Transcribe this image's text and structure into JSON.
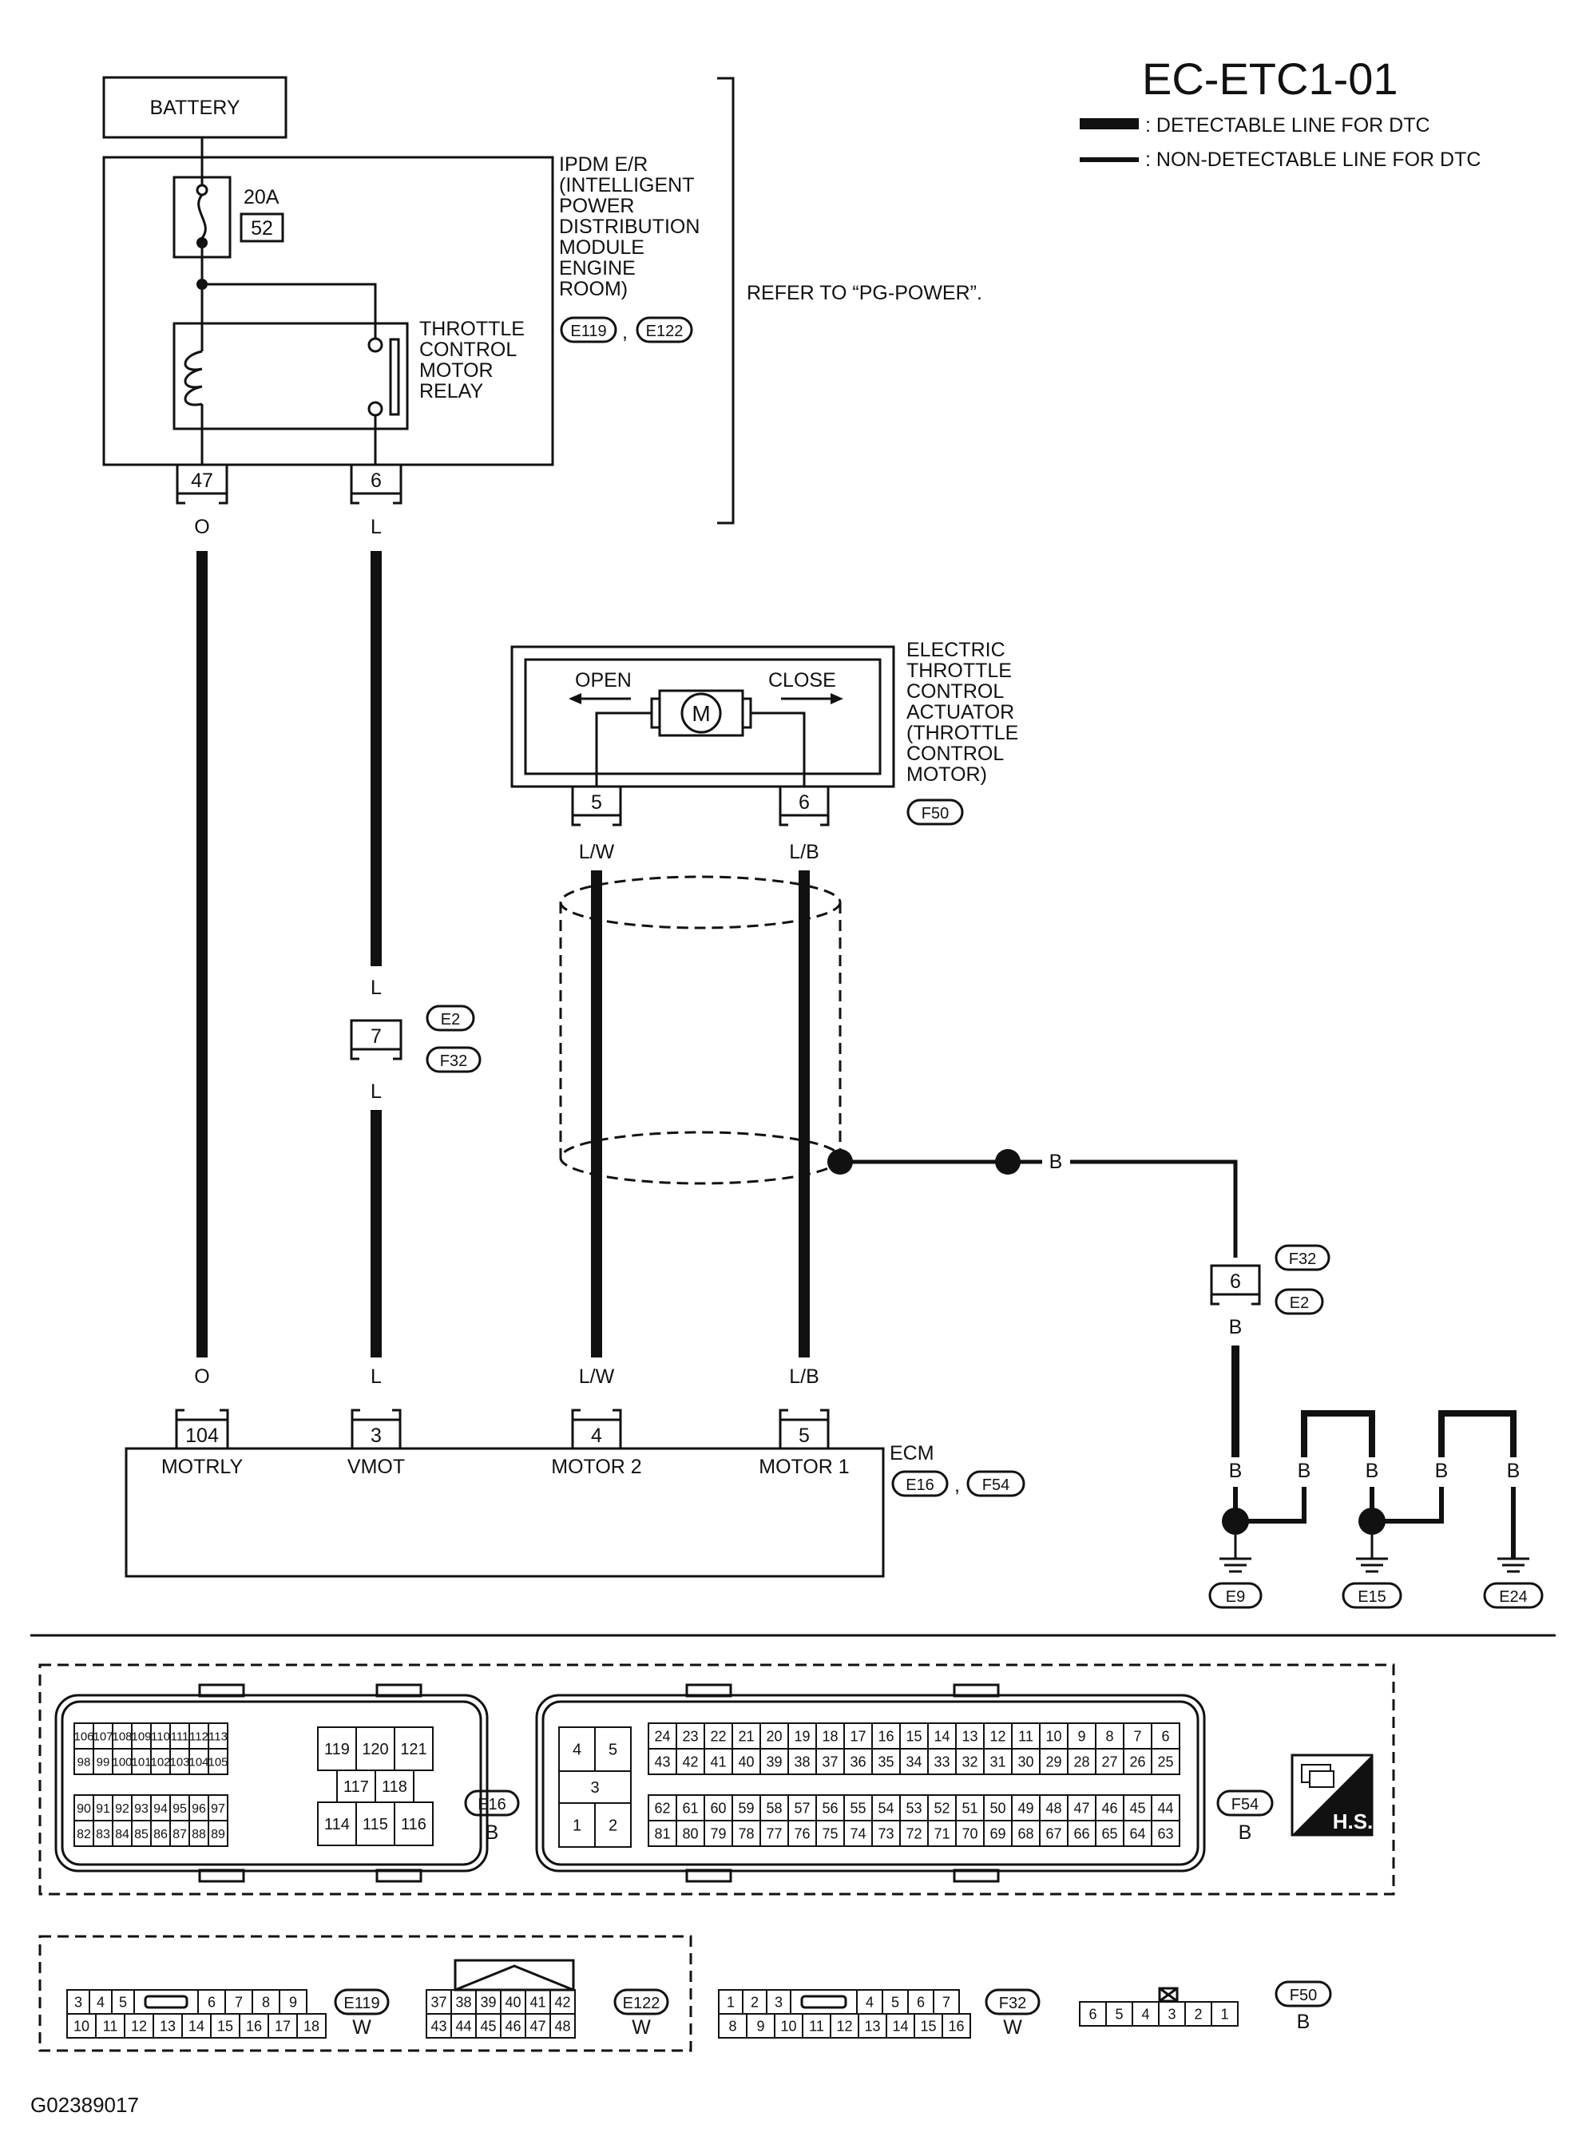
{
  "diagram": {
    "title": "EC-ETC1-01",
    "legend": {
      "detectable": ": DETECTABLE LINE FOR DTC",
      "non_detectable": ": NON-DETECTABLE LINE FOR DTC"
    },
    "battery": "BATTERY",
    "fuse_amp": "20A",
    "fuse_no": "52",
    "ipdm_label": [
      "IPDM E/R",
      "(INTELLIGENT",
      "POWER",
      "DISTRIBUTION",
      "MODULE",
      "ENGINE",
      "ROOM)"
    ],
    "ipdm_conn": [
      "E119",
      "E122"
    ],
    "relay_label": [
      "THROTTLE",
      "CONTROL",
      "MOTOR",
      "RELAY"
    ],
    "refer": "REFER TO “PG-POWER”.",
    "ipdm_pins": [
      "47",
      "6"
    ],
    "wire_o": "O",
    "wire_l": "L",
    "actuator_label": [
      "ELECTRIC",
      "THROTTLE",
      "CONTROL",
      "ACTUATOR",
      "(THROTTLE",
      "CONTROL",
      "MOTOR)"
    ],
    "actuator_conn": "F50",
    "open": "OPEN",
    "close": "CLOSE",
    "motor": "M",
    "act_pins": [
      "5",
      "6"
    ],
    "wire_lw": "L/W",
    "wire_lb": "L/B",
    "joint_pin": "7",
    "joint_conn": [
      "E2",
      "F32"
    ],
    "wire_b": "B",
    "ground_pin": "6",
    "ground_conn": [
      "F32",
      "E2"
    ],
    "grounds": [
      "E9",
      "E15",
      "E24"
    ],
    "ecm_pins": [
      "104",
      "3",
      "4",
      "5"
    ],
    "ecm_terms": [
      "MOTRLY",
      "VMOT",
      "MOTOR 2",
      "MOTOR 1"
    ],
    "ecm_label": "ECM",
    "ecm_conn": [
      "E16",
      "F54"
    ],
    "e16": {
      "r1": [
        "106",
        "107",
        "108",
        "109",
        "110",
        "111",
        "112",
        "113"
      ],
      "r2": [
        "98",
        "99",
        "100",
        "101",
        "102",
        "103",
        "104",
        "105"
      ],
      "r3": [
        "90",
        "91",
        "92",
        "93",
        "94",
        "95",
        "96",
        "97"
      ],
      "r4": [
        "82",
        "83",
        "84",
        "85",
        "86",
        "87",
        "88",
        "89"
      ],
      "m1": [
        "119",
        "120",
        "121"
      ],
      "m2": [
        "117",
        "118"
      ],
      "m3": [
        "114",
        "115",
        "116"
      ],
      "id": "E16",
      "color": "B"
    },
    "f54": {
      "s1": [
        "4",
        "5"
      ],
      "s2": "3",
      "s3": [
        "1",
        "2"
      ],
      "r1": [
        "24",
        "23",
        "22",
        "21",
        "20",
        "19",
        "18",
        "17",
        "16",
        "15",
        "14",
        "13",
        "12",
        "11",
        "10",
        "9",
        "8",
        "7",
        "6"
      ],
      "r2": [
        "43",
        "42",
        "41",
        "40",
        "39",
        "38",
        "37",
        "36",
        "35",
        "34",
        "33",
        "32",
        "31",
        "30",
        "29",
        "28",
        "27",
        "26",
        "25"
      ],
      "r3": [
        "62",
        "61",
        "60",
        "59",
        "58",
        "57",
        "56",
        "55",
        "54",
        "53",
        "52",
        "51",
        "50",
        "49",
        "48",
        "47",
        "46",
        "45",
        "44"
      ],
      "r4": [
        "81",
        "80",
        "79",
        "78",
        "77",
        "76",
        "75",
        "74",
        "73",
        "72",
        "71",
        "70",
        "69",
        "68",
        "67",
        "66",
        "65",
        "64",
        "63"
      ],
      "id": "F54",
      "color": "B"
    },
    "hs": "H.S.",
    "e119": {
      "r1a": [
        "3",
        "4",
        "5"
      ],
      "r1b": [
        "6",
        "7",
        "8",
        "9"
      ],
      "r2": [
        "10",
        "11",
        "12",
        "13",
        "14",
        "15",
        "16",
        "17",
        "18"
      ],
      "id": "E119",
      "color": "W"
    },
    "e122": {
      "r1": [
        "37",
        "38",
        "39",
        "40",
        "41",
        "42"
      ],
      "r2": [
        "43",
        "44",
        "45",
        "46",
        "47",
        "48"
      ],
      "id": "E122",
      "color": "W"
    },
    "f32": {
      "r1a": [
        "1",
        "2",
        "3"
      ],
      "r1b": [
        "4",
        "5",
        "6",
        "7"
      ],
      "r2": [
        "8",
        "9",
        "10",
        "11",
        "12",
        "13",
        "14",
        "15",
        "16"
      ],
      "id": "F32",
      "color": "W"
    },
    "f50": {
      "r1": [
        "6",
        "5",
        "4",
        "3",
        "2",
        "1"
      ],
      "id": "F50",
      "color": "B"
    },
    "code": "G02389017"
  }
}
